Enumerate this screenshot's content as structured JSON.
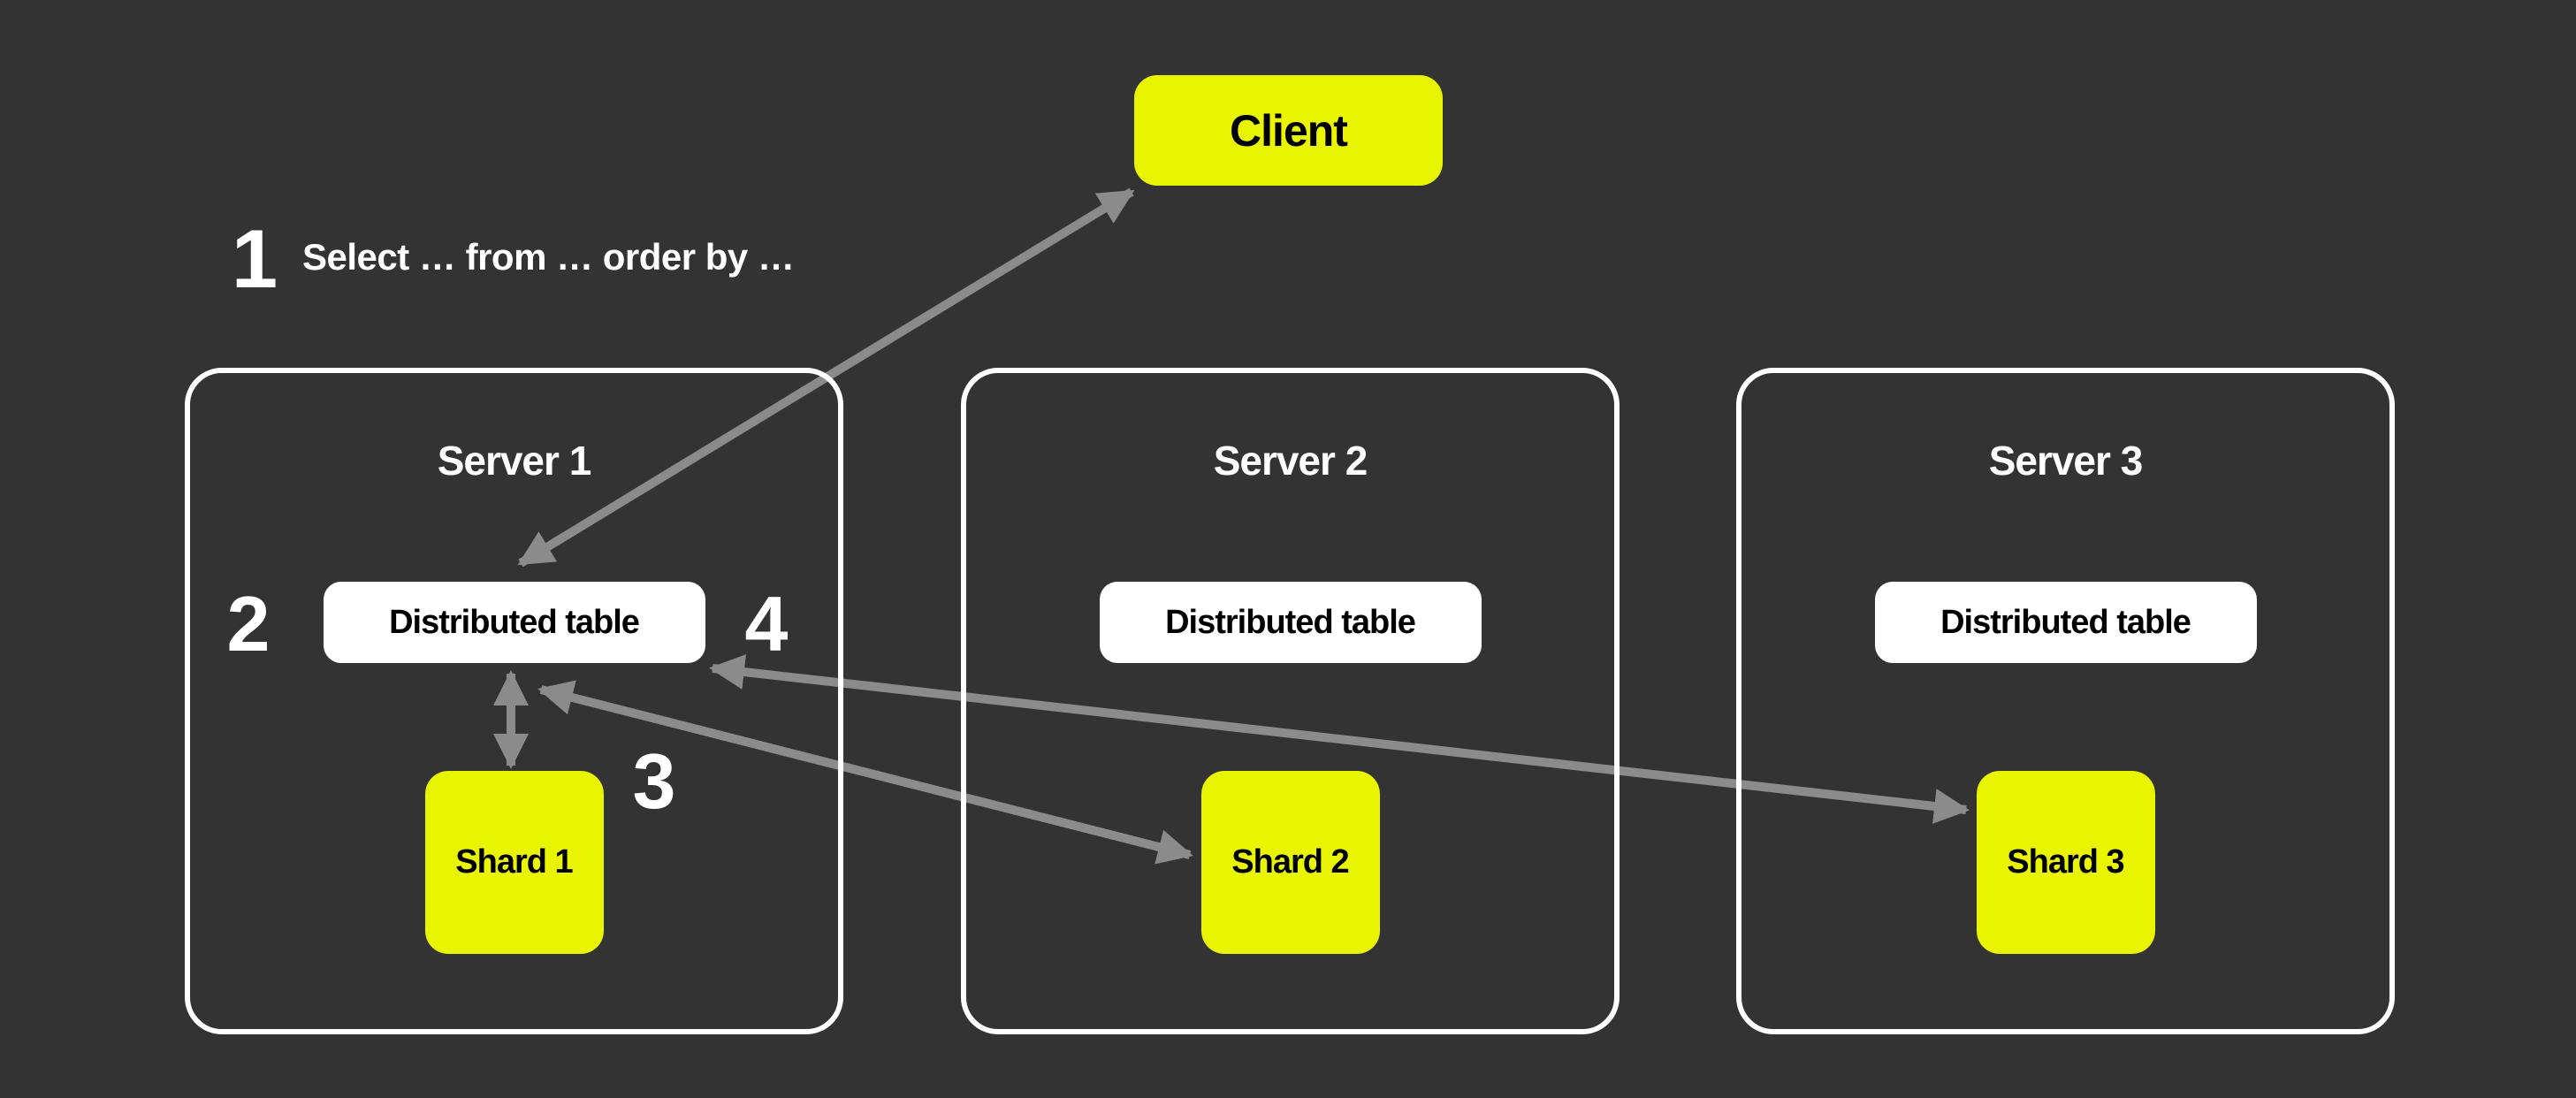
{
  "colors": {
    "background": "#333333",
    "highlight_yellow": "#e8f400",
    "box_white": "#ffffff",
    "arrow_gray": "#8b8b8b",
    "text_on_dark": "#ffffff",
    "text_on_light": "#000000"
  },
  "client": {
    "label": "Client"
  },
  "steps": [
    {
      "number": "1",
      "label": "Select … from … order by …"
    },
    {
      "number": "2"
    },
    {
      "number": "3"
    },
    {
      "number": "4"
    }
  ],
  "servers": [
    {
      "title": "Server 1",
      "table_label": "Distributed table",
      "shard_label": "Shard 1"
    },
    {
      "title": "Server 2",
      "table_label": "Distributed table",
      "shard_label": "Shard 2"
    },
    {
      "title": "Server 3",
      "table_label": "Distributed table",
      "shard_label": "Shard 3"
    }
  ],
  "edges": [
    {
      "from": "distributed-table-1",
      "to": "client",
      "bidirectional": true
    },
    {
      "from": "distributed-table-1",
      "to": "shard-1",
      "bidirectional": true,
      "step": "3"
    },
    {
      "from": "distributed-table-1",
      "to": "shard-2",
      "bidirectional": true
    },
    {
      "from": "distributed-table-1",
      "to": "shard-3",
      "bidirectional": true,
      "step": "4"
    }
  ]
}
